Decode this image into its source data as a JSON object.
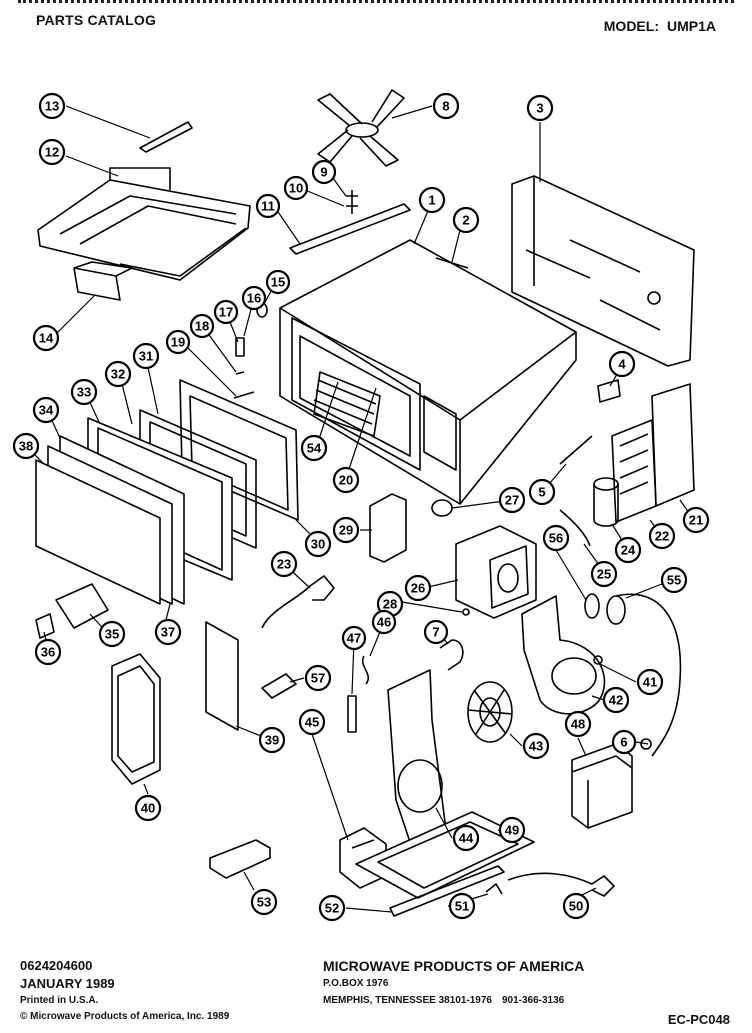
{
  "header": {
    "title": "PARTS CATALOG",
    "model_label": "MODEL:",
    "model_value": "UMP1A"
  },
  "footer": {
    "catalog_number": "0624204600",
    "date": "JANUARY 1989",
    "printed": "Printed in U.S.A.",
    "copyright": "© Microwave Products of America, Inc. 1989",
    "company": "MICROWAVE PRODUCTS OF AMERICA",
    "po_box": "P.O.BOX 1976",
    "address": "MEMPHIS, TENNESSEE 38101-1976",
    "phone": "901-366-3136",
    "doc_code": "EC-PC048"
  },
  "callouts": [
    "13",
    "8",
    "3",
    "12",
    "9",
    "10",
    "11",
    "1",
    "2",
    "15",
    "16",
    "17",
    "18",
    "19",
    "14",
    "31",
    "32",
    "33",
    "34",
    "38",
    "4",
    "54",
    "20",
    "5",
    "21",
    "22",
    "24",
    "27",
    "29",
    "30",
    "56",
    "55",
    "25",
    "23",
    "26",
    "28",
    "37",
    "35",
    "36",
    "47",
    "46",
    "57",
    "7",
    "41",
    "42",
    "43",
    "48",
    "6",
    "39",
    "45",
    "40",
    "44",
    "49",
    "53",
    "52",
    "51",
    "50"
  ]
}
